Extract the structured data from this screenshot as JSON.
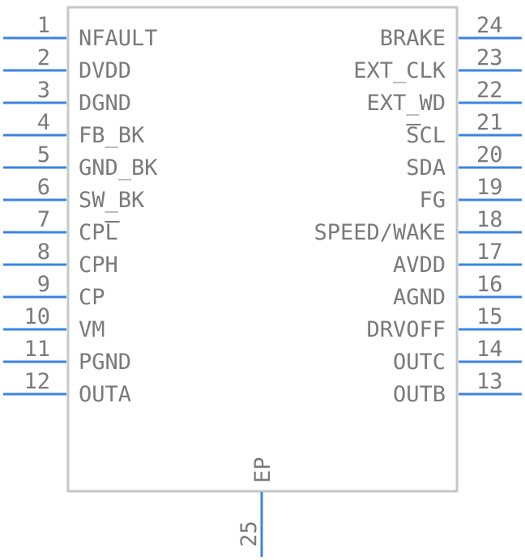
{
  "left_pins": [
    {
      "number": "1",
      "name": "NFAULT"
    },
    {
      "number": "2",
      "name": "DVDD"
    },
    {
      "number": "3",
      "name": "DGND"
    },
    {
      "number": "4",
      "name": "FB_BK"
    },
    {
      "number": "5",
      "name": "GND_BK"
    },
    {
      "number": "6",
      "name": "SW_BK"
    },
    {
      "number": "7",
      "name": "CPL"
    },
    {
      "number": "8",
      "name": "CPH"
    },
    {
      "number": "9",
      "name": "CP"
    },
    {
      "number": "10",
      "name": "VM"
    },
    {
      "number": "11",
      "name": "PGND"
    },
    {
      "number": "12",
      "name": "OUTA"
    }
  ],
  "right_pins": [
    {
      "number": "24",
      "name": "BRAKE"
    },
    {
      "number": "23",
      "name": "EXT_CLK"
    },
    {
      "number": "22",
      "name": "EXT_WD"
    },
    {
      "number": "21",
      "name": "SCL"
    },
    {
      "number": "20",
      "name": "SDA"
    },
    {
      "number": "19",
      "name": "FG"
    },
    {
      "number": "18",
      "name": "SPEED/WAKE"
    },
    {
      "number": "17",
      "name": "AVDD"
    },
    {
      "number": "16",
      "name": "AGND"
    },
    {
      "number": "15",
      "name": "DRVOFF"
    },
    {
      "number": "14",
      "name": "OUTC"
    },
    {
      "number": "13",
      "name": "OUTB"
    }
  ],
  "bottom_pin": {
    "number": "25",
    "name": "EP"
  },
  "colors": {
    "pin": "#3b84e0",
    "body": "#c7c7c7",
    "text": "#7a7a7a"
  }
}
